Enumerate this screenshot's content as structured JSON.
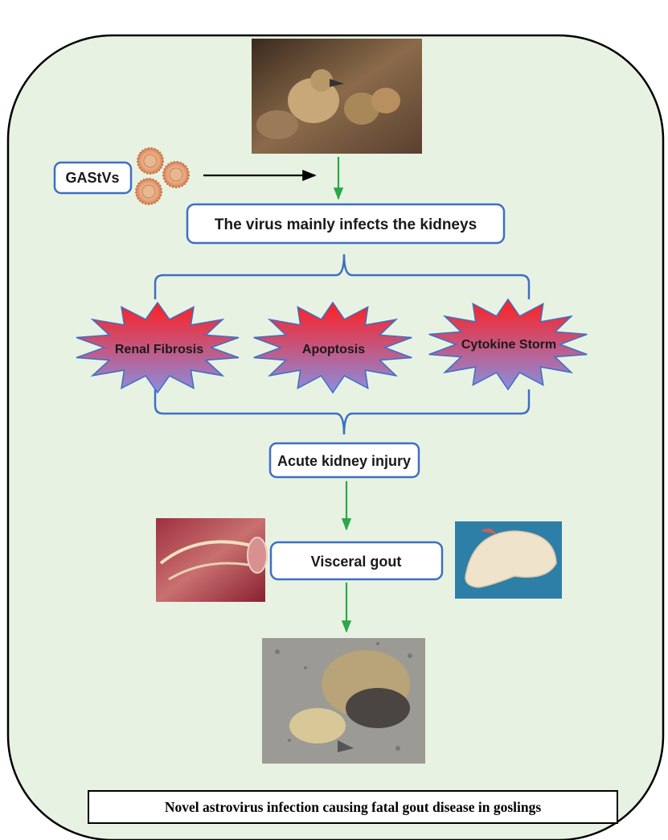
{
  "virus_label": "GAStVs",
  "infection_box": "The virus mainly infects the kidneys",
  "effects": [
    "Renal Fibrosis",
    "Apoptosis",
    "Cytokine Storm"
  ],
  "injury_box": "Acute kidney injury",
  "gout_box": "Visceral gout",
  "caption": "Novel astrovirus infection causing fatal gout disease in goslings",
  "images": {
    "top": "goslings-in-cage-photo",
    "left": "necropsy-tissue-photo",
    "right": "kidney-organ-photo",
    "bottom": "dead-gosling-photo"
  },
  "colors": {
    "panel_bg": "#e8f2e2",
    "box_border": "#3e6fc4",
    "arrow_green": "#2aa84a",
    "starburst_top": "#ff1e1e",
    "starburst_bottom": "#8a8ee0"
  }
}
